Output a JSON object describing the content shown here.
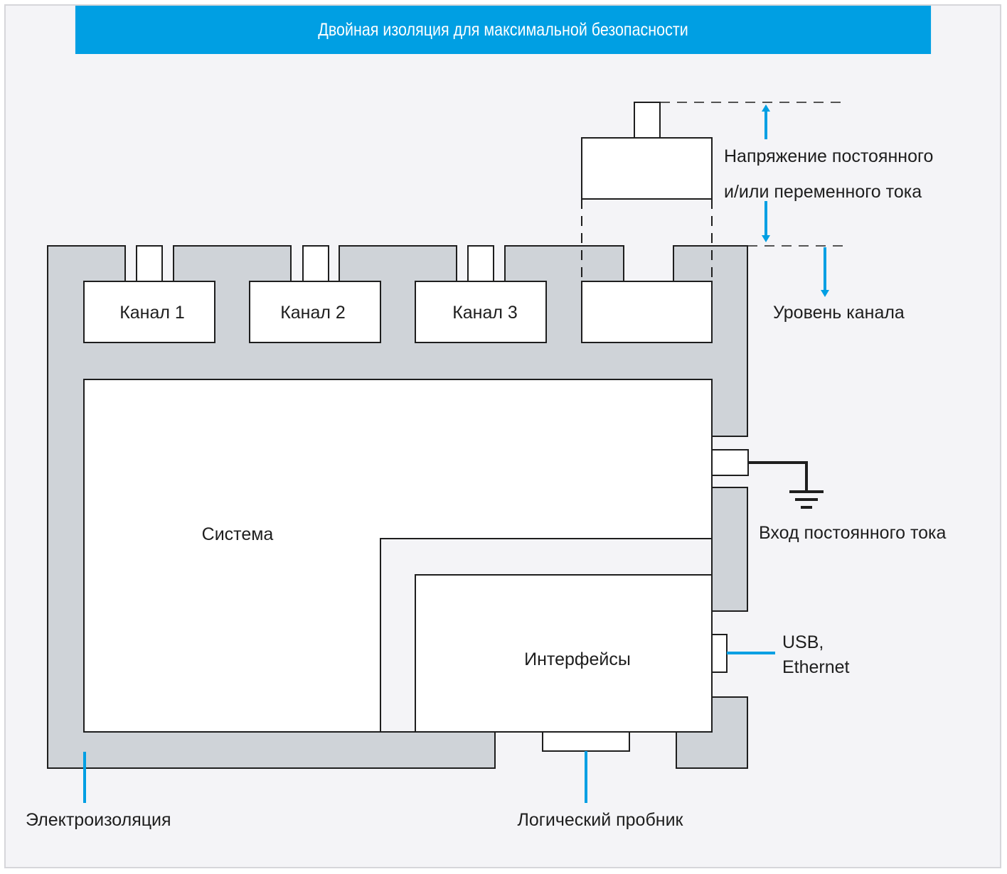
{
  "header": {
    "title": "Двойная изоляция для максимальной безопасности"
  },
  "blocks": {
    "channel_1": "Канал 1",
    "channel_2": "Канал 2",
    "channel_3": "Канал 3",
    "system": "Система",
    "interfaces": "Интерфейсы"
  },
  "labels": {
    "voltage_line1": "Напряжение постоянного",
    "voltage_line2": "и/или переменного тока",
    "channel_level": "Уровень канала",
    "dc_input": "Вход постоянного тока",
    "usb": "USB,",
    "ethernet": "Ethernet",
    "insulation": "Электроизоляция",
    "logic_probe": "Логический пробник"
  },
  "colors": {
    "header_bg": "#009fe3",
    "accent_blue": "#009fe3",
    "insulation_gray": "#cfd3d8",
    "stroke": "#1e1e1e",
    "background": "#f4f4f7"
  }
}
